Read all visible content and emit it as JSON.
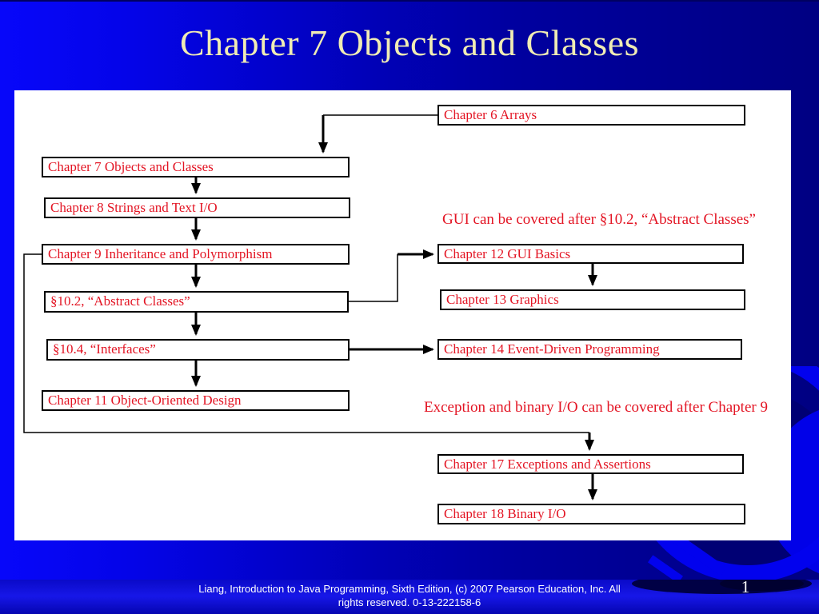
{
  "slide": {
    "title": "Chapter 7 Objects and Classes",
    "page_number": "1"
  },
  "footer": {
    "line1": "Liang, Introduction to Java Programming, Sixth Edition, (c) 2007 Pearson Education, Inc. All",
    "line2": "rights reserved. 0-13-222158-6"
  },
  "diagram": {
    "boxes": [
      {
        "id": "ch6",
        "label": "Chapter 6 Arrays"
      },
      {
        "id": "ch7",
        "label": "Chapter 7 Objects and Classes"
      },
      {
        "id": "ch8",
        "label": "Chapter 8 Strings and Text I/O"
      },
      {
        "id": "ch9",
        "label": "Chapter 9 Inheritance and Polymorphism"
      },
      {
        "id": "s102",
        "label": "§10.2, “Abstract Classes”"
      },
      {
        "id": "s104",
        "label": "§10.4, “Interfaces”"
      },
      {
        "id": "ch11",
        "label": "Chapter 11 Object-Oriented Design"
      },
      {
        "id": "ch12",
        "label": "Chapter 12 GUI Basics"
      },
      {
        "id": "ch13",
        "label": "Chapter 13 Graphics"
      },
      {
        "id": "ch14",
        "label": "Chapter 14 Event-Driven Programming"
      },
      {
        "id": "ch17",
        "label": "Chapter 17 Exceptions and Assertions"
      },
      {
        "id": "ch18",
        "label": "Chapter 18 Binary I/O"
      }
    ],
    "notes": {
      "gui": "GUI can be covered after §10.2, “Abstract Classes”",
      "exception": "Exception and binary I/O can be covered after Chapter 9"
    },
    "connections": [
      {
        "from": "Chapter 6 Arrays",
        "to": "Chapter 7 Objects and Classes"
      },
      {
        "from": "Chapter 7 Objects and Classes",
        "to": "Chapter 8 Strings and Text I/O"
      },
      {
        "from": "Chapter 8 Strings and Text I/O",
        "to": "Chapter 9 Inheritance and Polymorphism"
      },
      {
        "from": "Chapter 9 Inheritance and Polymorphism",
        "to": "§10.2, “Abstract Classes”"
      },
      {
        "from": "§10.2, “Abstract Classes”",
        "to": "§10.4, “Interfaces”"
      },
      {
        "from": "§10.4, “Interfaces”",
        "to": "Chapter 11 Object-Oriented Design"
      },
      {
        "from": "§10.2, “Abstract Classes”",
        "to": "Chapter 12 GUI Basics"
      },
      {
        "from": "Chapter 12 GUI Basics",
        "to": "Chapter 13 Graphics"
      },
      {
        "from": "§10.4, “Interfaces”",
        "to": "Chapter 14 Event-Driven Programming"
      },
      {
        "from": "Chapter 9 Inheritance and Polymorphism",
        "to": "Chapter 17 Exceptions and Assertions"
      },
      {
        "from": "Chapter 17 Exceptions and Assertions",
        "to": "Chapter 18 Binary I/O"
      }
    ]
  },
  "colors": {
    "background_left": "#0707fa",
    "background_right": "#000082",
    "panel": "#ffffff",
    "box_text_red": "#e31423",
    "title_cream": "#f0ecb4",
    "connector_black": "#000000",
    "globe_blue": "#0202ee",
    "footer_text": "#ffffff"
  }
}
